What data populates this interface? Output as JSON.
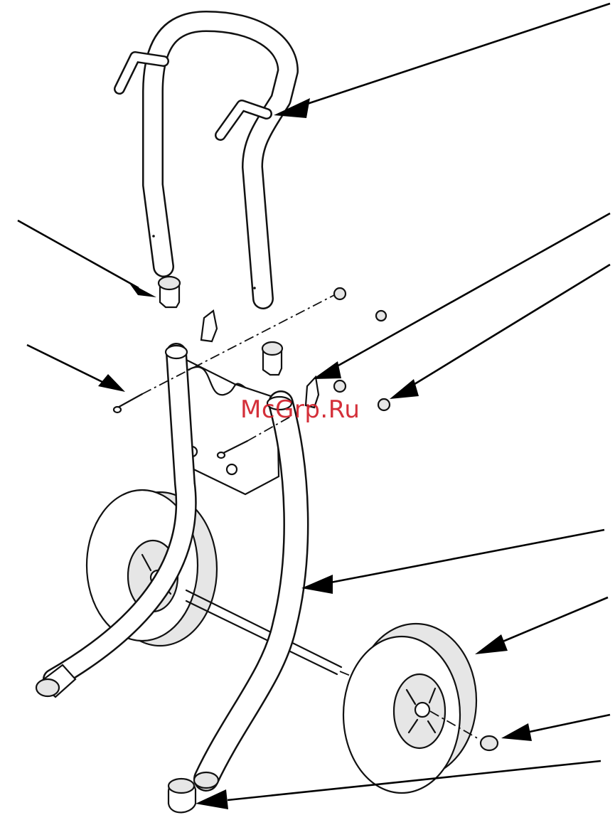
{
  "watermark": {
    "text": "McGrp.Ru",
    "color": "#d11f2a"
  },
  "diagram": {
    "description_type": "exploded-parts-view",
    "callouts": [
      {
        "id": "handle-callout"
      },
      {
        "id": "plug-callout"
      },
      {
        "id": "bolt-callout"
      },
      {
        "id": "bracket-callout"
      },
      {
        "id": "nut-callout"
      },
      {
        "id": "frame-callout"
      },
      {
        "id": "wheel-callout"
      },
      {
        "id": "hubcap-callout"
      },
      {
        "id": "foot-cap-callout"
      }
    ]
  }
}
